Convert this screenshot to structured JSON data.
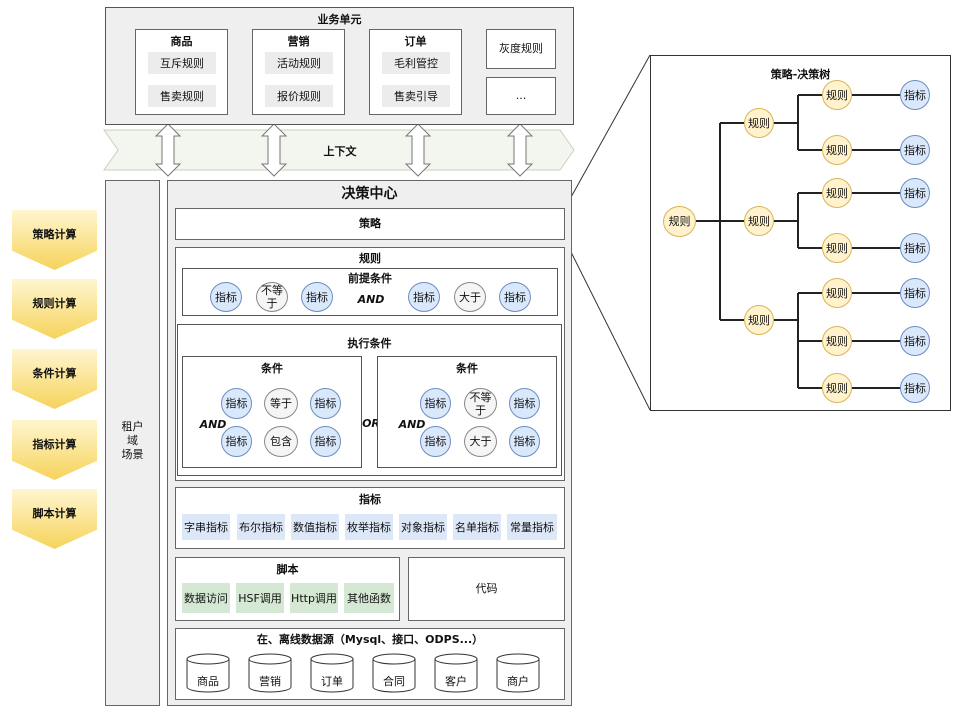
{
  "business": {
    "title": "业务单元",
    "columns": [
      {
        "title": "商品",
        "items": [
          "互斥规则",
          "售卖规则"
        ]
      },
      {
        "title": "营销",
        "items": [
          "活动规则",
          "报价规则"
        ]
      },
      {
        "title": "订单",
        "items": [
          "毛利管控",
          "售卖引导"
        ]
      }
    ],
    "extra": [
      "灰度规则",
      "..."
    ]
  },
  "context": {
    "label": "上下文"
  },
  "left_chevrons": [
    "策略计算",
    "规则计算",
    "条件计算",
    "指标计算",
    "脚本计算"
  ],
  "tenant": {
    "lines": [
      "租户",
      "域",
      "场景"
    ]
  },
  "center": {
    "title": "决策中心",
    "strategy": "策略",
    "rule": {
      "title": "规则",
      "precondition": {
        "title": "前提条件",
        "and_label": "AND",
        "left": {
          "a": "指标",
          "op": "不等于",
          "b": "指标"
        },
        "right": {
          "a": "指标",
          "op": "大于",
          "b": "指标"
        }
      },
      "execution": {
        "title": "执行条件",
        "or_label": "OR",
        "left": {
          "title": "条件",
          "and_label": "AND",
          "rows": [
            {
              "a": "指标",
              "op": "等于",
              "b": "指标"
            },
            {
              "a": "指标",
              "op": "包含",
              "b": "指标"
            }
          ]
        },
        "right": {
          "title": "条件",
          "and_label": "AND",
          "rows": [
            {
              "a": "指标",
              "op": "不等于",
              "b": "指标"
            },
            {
              "a": "指标",
              "op": "大于",
              "b": "指标"
            }
          ]
        }
      }
    },
    "indicators": {
      "title": "指标",
      "items": [
        "字串指标",
        "布尔指标",
        "数值指标",
        "枚举指标",
        "对象指标",
        "名单指标",
        "常量指标"
      ]
    },
    "script": {
      "title": "脚本",
      "items": [
        "数据访问",
        "HSF调用",
        "Http调用",
        "其他函数"
      ]
    },
    "code": "代码",
    "datasource": {
      "title": "在、离线数据源（Mysql、接口、ODPS...）",
      "items": [
        "商品",
        "营销",
        "订单",
        "合同",
        "客户",
        "商户"
      ]
    }
  },
  "tree": {
    "title": "策略-决策树",
    "root": "规则",
    "mids": [
      "规则",
      "规则",
      "规则"
    ],
    "leaves": [
      "规则",
      "规则",
      "规则",
      "规则",
      "规则",
      "规则",
      "规则"
    ],
    "indicators": [
      "指标",
      "指标",
      "指标",
      "指标",
      "指标",
      "指标",
      "指标"
    ]
  },
  "colors": {
    "indicator_fill": "#dae8fc",
    "indicator_stroke": "#6c8ebf",
    "script_fill": "#d5e8d4",
    "tree_node_fill": "#fff2cc",
    "tree_node_stroke": "#d6b656",
    "chevron": "#f6d35a"
  }
}
